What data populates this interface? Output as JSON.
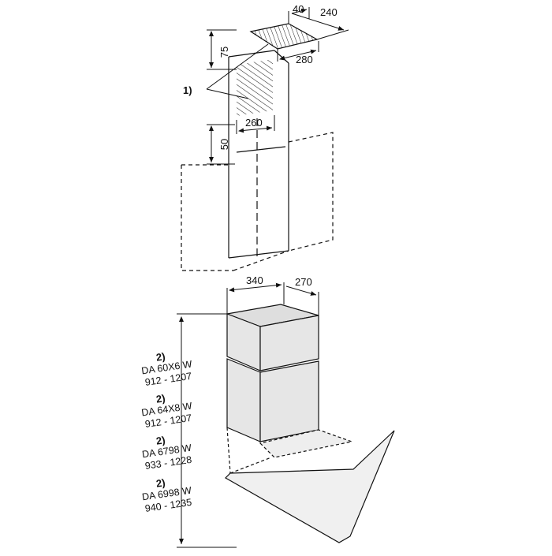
{
  "dimensions": {
    "top_width": "40",
    "top_depth": "240",
    "top_height": "75",
    "top_duct": "280",
    "bracket_width": "260",
    "bracket_height": "50",
    "chimney_width": "340",
    "chimney_depth": "270"
  },
  "callouts": {
    "label_1": "1)"
  },
  "models": [
    {
      "note": "2)",
      "name": "DA 60X6 W",
      "range": "912 - 1207"
    },
    {
      "note": "2)",
      "name": "DA 64X8 W",
      "range": "912 - 1207"
    },
    {
      "note": "2)",
      "name": "DA 6798 W",
      "range": "933 - 1228"
    },
    {
      "note": "2)",
      "name": "DA 6998 W",
      "range": "940 - 1235"
    }
  ],
  "colors": {
    "line": "#111111",
    "box_fill": "#e6e6e6",
    "box_top": "#dedede",
    "glass_fill": "#f0f0f0"
  }
}
